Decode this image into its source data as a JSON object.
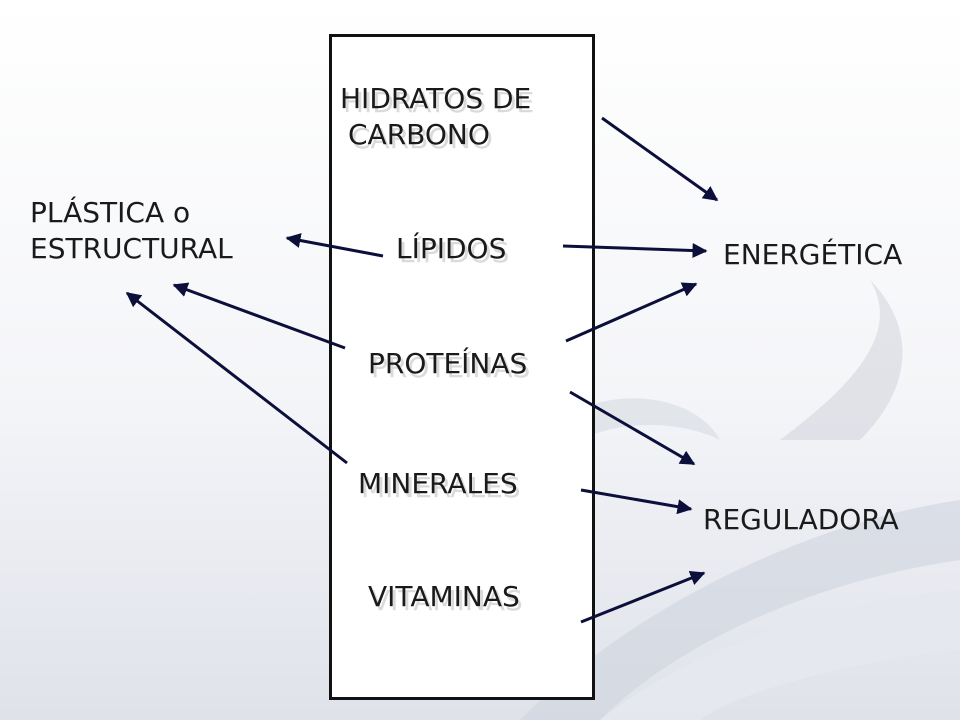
{
  "nutrients": {
    "hidratos_line1": "HIDRATOS DE",
    "hidratos_line2": "CARBONO",
    "lipidos": "LÍPIDOS",
    "proteinas": "PROTEÍNAS",
    "minerales": "MINERALES",
    "vitaminas": "VITAMINAS"
  },
  "functions": {
    "plastica_line1": "PLÁSTICA o",
    "plastica_line2": "ESTRUCTURAL",
    "energetica": "ENERGÉTICA",
    "reguladora": "REGULADORA"
  },
  "connections": [
    {
      "from": "HIDRATOS DE CARBONO",
      "to": "ENERGÉTICA"
    },
    {
      "from": "LÍPIDOS",
      "to": "PLÁSTICA o ESTRUCTURAL"
    },
    {
      "from": "LÍPIDOS",
      "to": "ENERGÉTICA"
    },
    {
      "from": "PROTEÍNAS",
      "to": "PLÁSTICA o ESTRUCTURAL"
    },
    {
      "from": "PROTEÍNAS",
      "to": "ENERGÉTICA"
    },
    {
      "from": "PROTEÍNAS",
      "to": "REGULADORA"
    },
    {
      "from": "MINERALES",
      "to": "PLÁSTICA o ESTRUCTURAL"
    },
    {
      "from": "MINERALES",
      "to": "REGULADORA"
    },
    {
      "from": "VITAMINAS",
      "to": "REGULADORA"
    }
  ],
  "colors": {
    "background_top": "#ffffff",
    "background_swoosh": "#d9dde6",
    "text": "#1a1a1a",
    "arrow": "#0b0f3a"
  }
}
